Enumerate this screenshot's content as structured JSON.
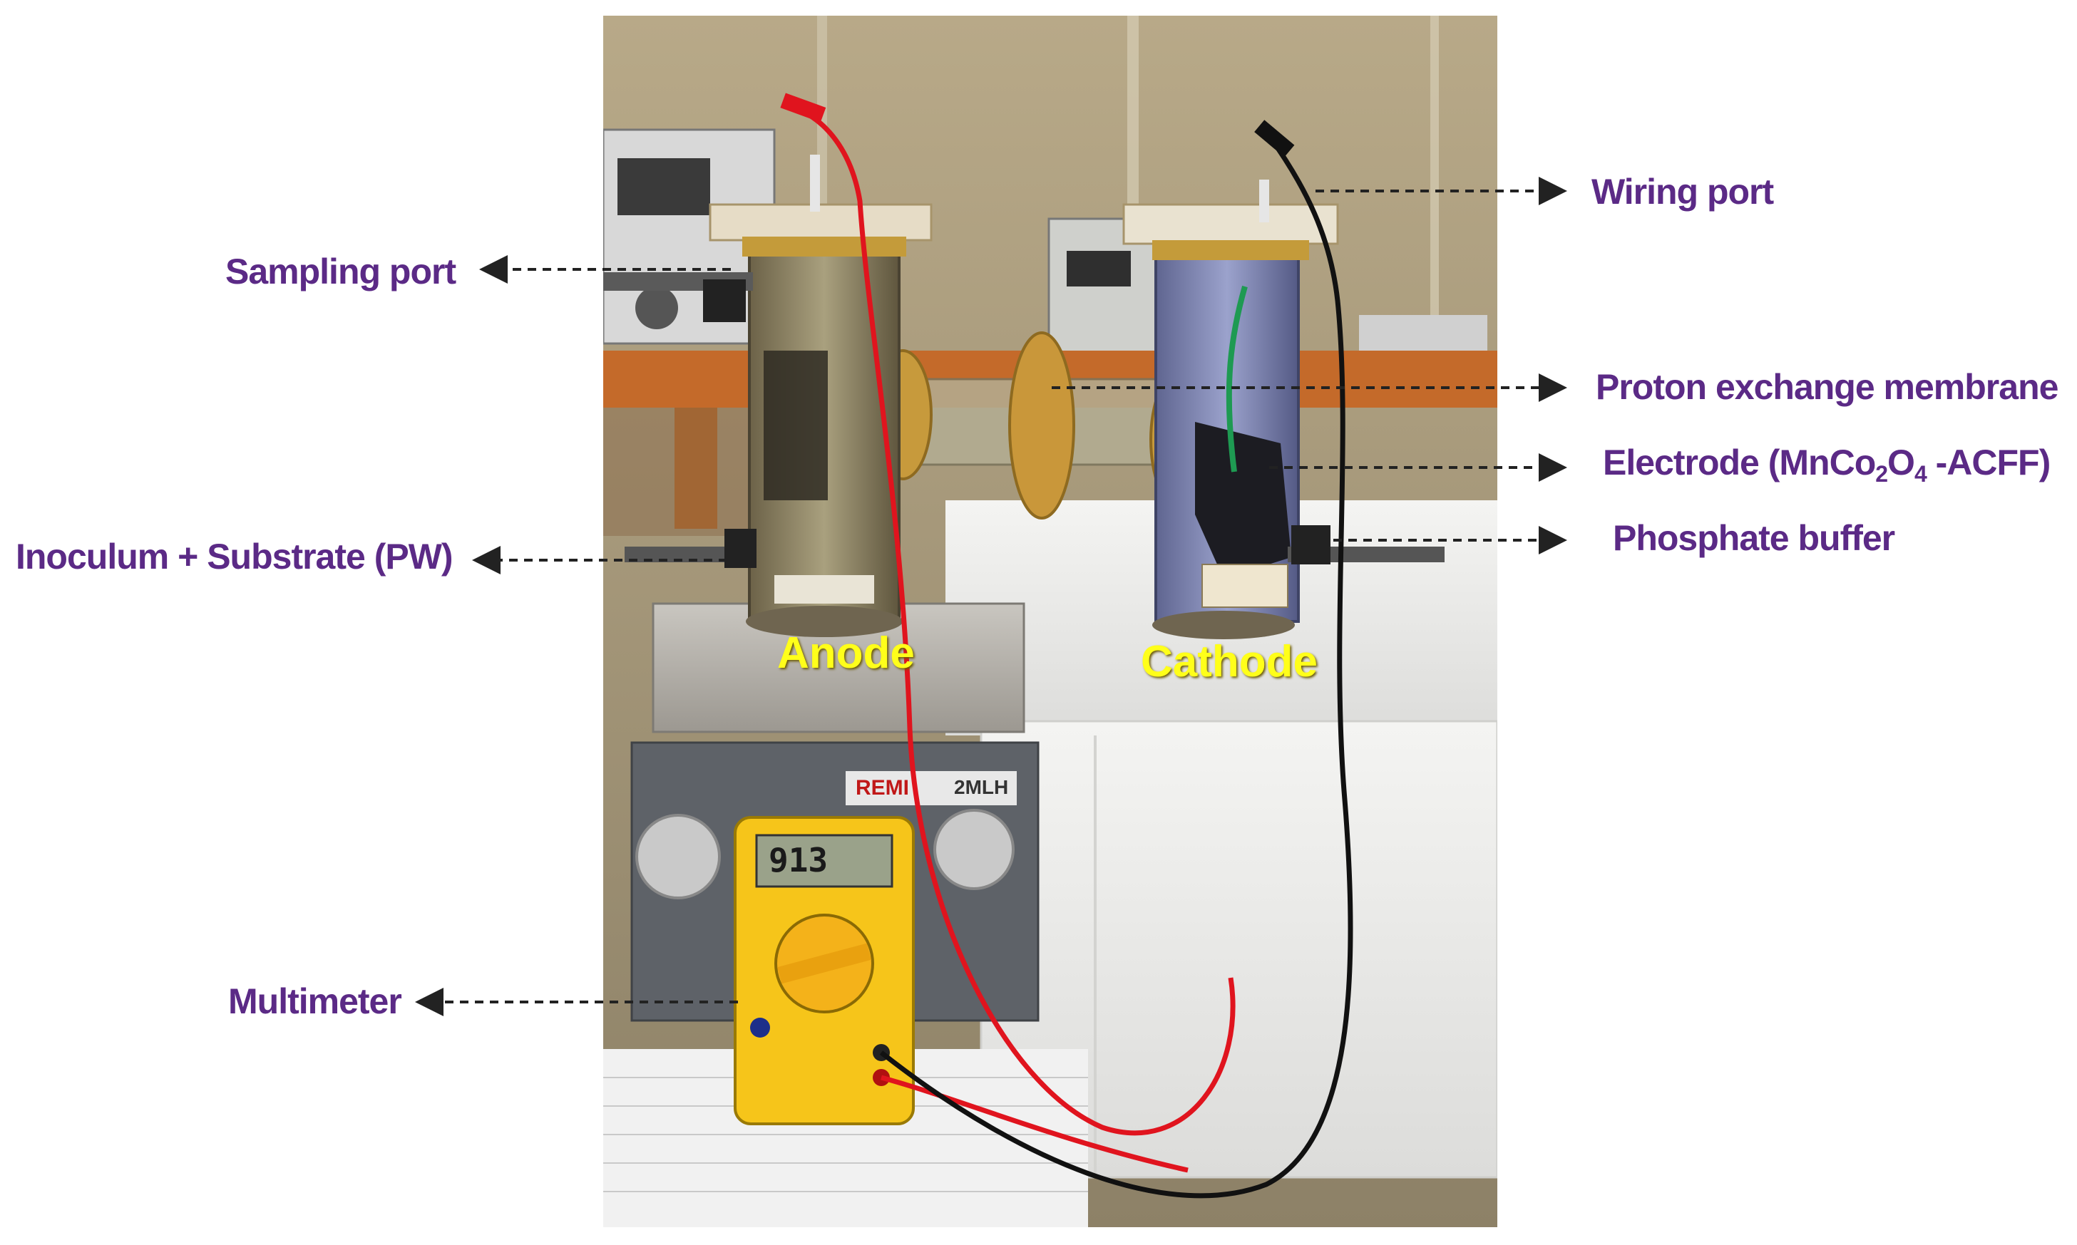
{
  "labels": {
    "wiring_port": "Wiring port",
    "sampling_port": "Sampling port",
    "proton_exchange_membrane": "Proton exchange membrane",
    "electrode_prefix": "Electrode (MnCo",
    "electrode_sub1": "2",
    "electrode_mid": "O",
    "electrode_sub2": "4",
    "electrode_suffix": " -ACFF)",
    "inoculum_substrate": "Inoculum + Substrate (PW)",
    "phosphate_buffer": "Phosphate buffer",
    "multimeter": "Multimeter"
  },
  "photo_labels": {
    "anode": "Anode",
    "cathode": "Cathode",
    "meter_reading": "913",
    "stirrer_brand": "REMI",
    "stirrer_model": "2MLH"
  },
  "colors": {
    "label_text": "#5b2a86",
    "photo_label_text": "#ffff1a",
    "arrow": "#222222",
    "red_lead": "#e0141e",
    "black_lead": "#111111",
    "multimeter_body": "#f6c51a"
  }
}
